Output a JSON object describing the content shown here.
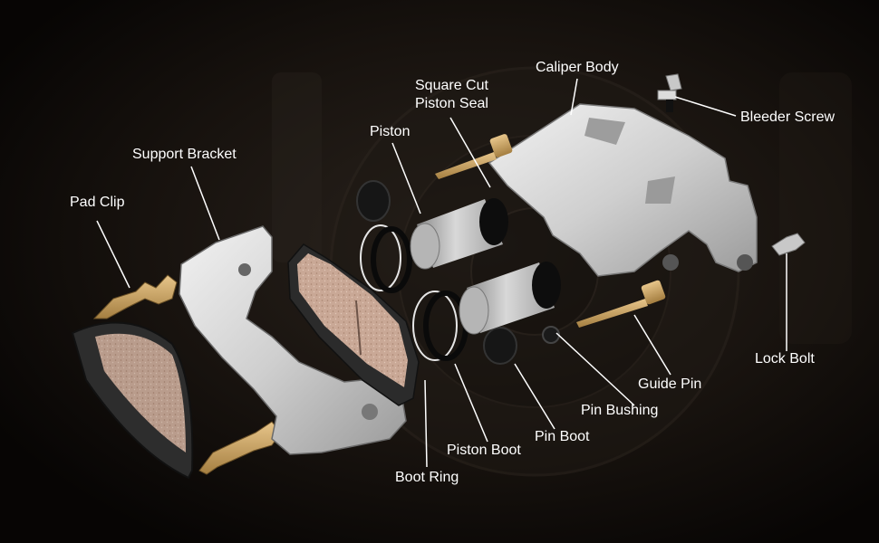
{
  "labels": {
    "pad_clip": "Pad Clip",
    "support_bracket": "Support Bracket",
    "piston": "Piston",
    "square_cut_piston_seal_line1": "Square Cut",
    "square_cut_piston_seal_line2": "Piston Seal",
    "caliper_body": "Caliper Body",
    "bleeder_screw": "Bleeder Screw",
    "lock_bolt": "Lock Bolt",
    "guide_pin": "Guide Pin",
    "pin_bushing": "Pin Bushing",
    "pin_boot": "Pin Boot",
    "piston_boot": "Piston Boot",
    "boot_ring": "Boot Ring"
  },
  "colors": {
    "background": "#0d0a08",
    "label_text": "#ffffff",
    "leader_line": "#ffffff",
    "caliper_metal": "#d9d9d9",
    "pad_friction": "#c8a896",
    "brass": "#c9a46a",
    "rubber_boot": "#111111"
  }
}
